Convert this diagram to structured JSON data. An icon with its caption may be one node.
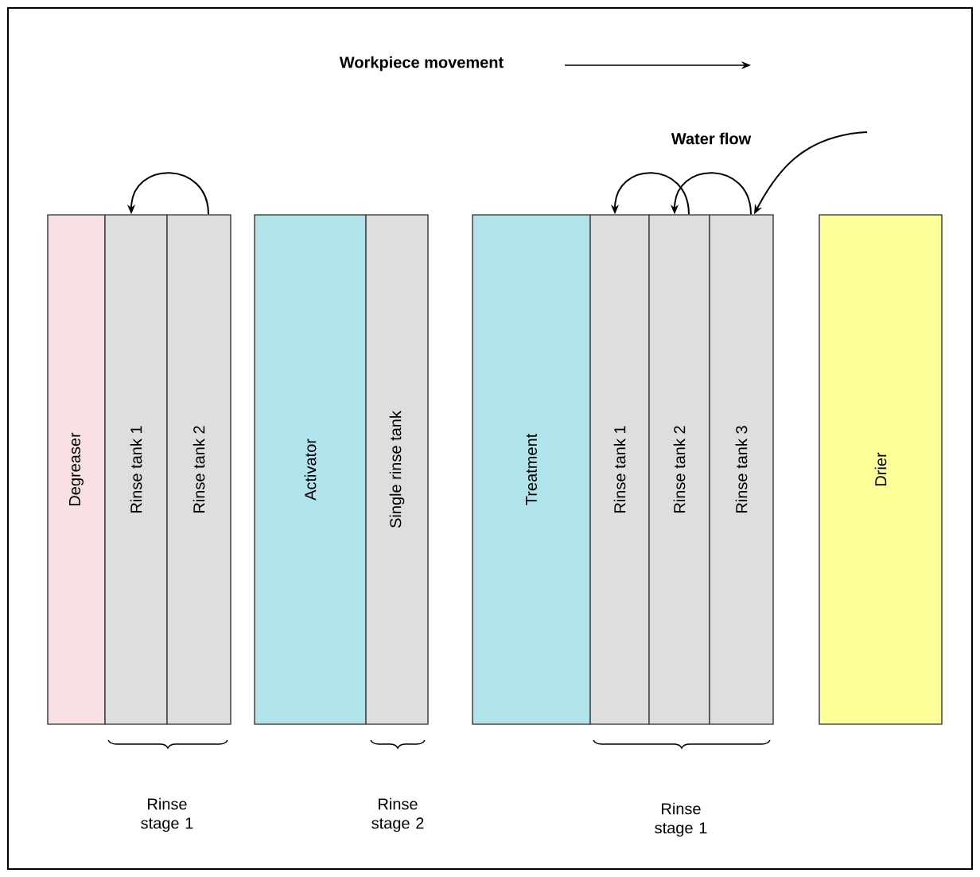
{
  "diagram": {
    "nodes": [
      {
        "text": [
          "Degreaser"
        ]
      },
      {
        "text": [
          "Rinse tank 1"
        ]
      },
      {
        "text": [
          "Rinse tank 2"
        ]
      },
      {
        "text": [
          "Activator"
        ]
      },
      {
        "text": [
          "Single rinse tank"
        ]
      },
      {
        "text": [
          "Treatment"
        ]
      },
      {
        "text": [
          "Rinse tank 1"
        ]
      },
      {
        "text": [
          "Rinse tank 2"
        ]
      },
      {
        "text": [
          "Rinse tank 3"
        ]
      },
      {
        "text": [
          "Drier"
        ]
      }
    ],
    "edges": [
      {
        "from": 2,
        "to": 1,
        "arrow": "to"
      },
      {
        "from": 8,
        "to": 7,
        "arrow": "to"
      },
      {
        "from": 7,
        "to": 6,
        "arrow": "to"
      },
      {
        "from": null,
        "to": 8,
        "arrow": "to"
      }
    ],
    "labels": [
      "Workpiece movement",
      "Water flow",
      "Rinse stage 1",
      "Rinse stage 2",
      "Rinse stage 1"
    ]
  }
}
